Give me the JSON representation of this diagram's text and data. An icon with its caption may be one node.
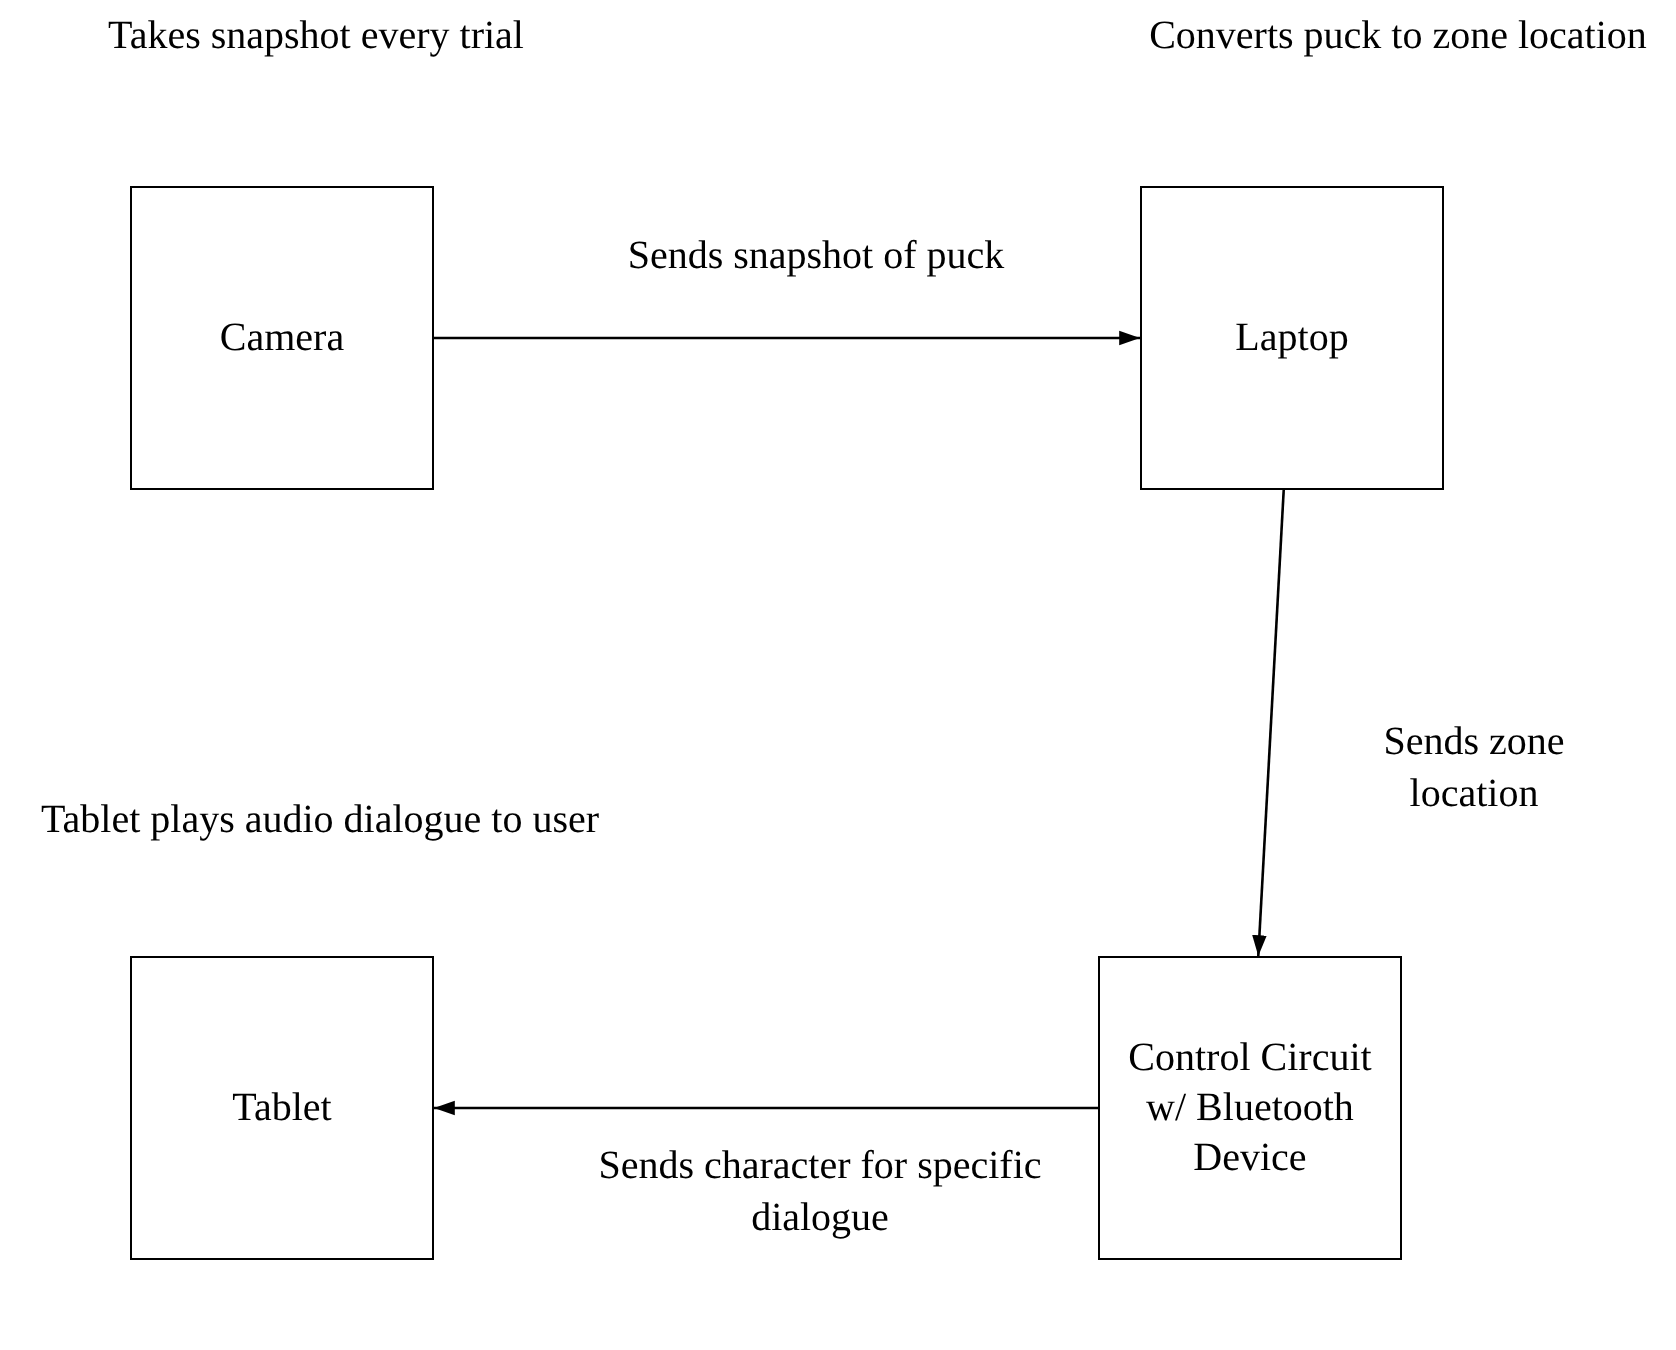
{
  "diagram": {
    "nodes": [
      {
        "text": [
          "Camera"
        ],
        "beside": [
          "Takes snapshot every trial"
        ]
      },
      {
        "text": [
          "Laptop"
        ],
        "beside": [
          "Converts puck to zone location"
        ]
      },
      {
        "text": [
          "Control Circuit w/ Bluetooth Device"
        ]
      },
      {
        "text": [
          "Tablet"
        ],
        "beside": [
          "Tablet plays audio dialogue to user"
        ]
      }
    ],
    "edges": [
      {
        "from": 0,
        "to": 1,
        "arrow": "to",
        "label": "Sends snapshot of puck"
      },
      {
        "from": 1,
        "to": 2,
        "arrow": "to",
        "label": "Sends zone location"
      },
      {
        "from": 2,
        "to": 3,
        "arrow": "to",
        "label": "Sends character for specific dialogue"
      }
    ]
  }
}
